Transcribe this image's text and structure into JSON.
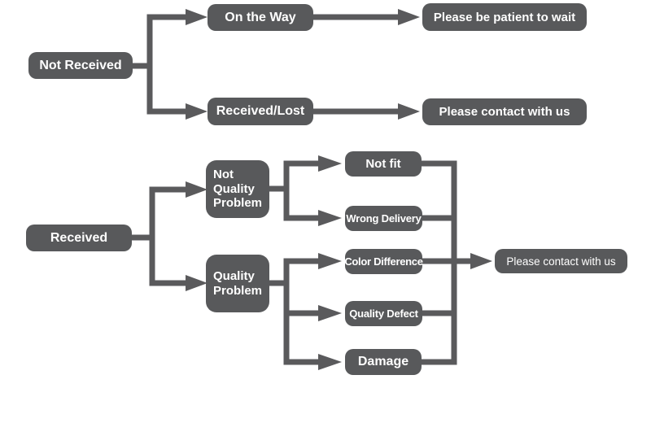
{
  "colors": {
    "node_fill": "#58595b",
    "connector": "#5a5a5c",
    "node_text": "#ffffff",
    "background": "#ffffff"
  },
  "diagram_type": "flowchart",
  "flows": [
    {
      "root": "Not Received",
      "branches": [
        {
          "label": "On the Way",
          "result": "Please be patient to wait"
        },
        {
          "label": "Received/Lost",
          "result": "Please contact with us"
        }
      ]
    },
    {
      "root": "Received",
      "branches": [
        {
          "label": "Not Quality Problem",
          "cases": [
            "Not fit",
            "Wrong Delivery"
          ]
        },
        {
          "label": "Quality Problem",
          "cases": [
            "Color Difference",
            "Quality Defect",
            "Damage"
          ]
        }
      ],
      "result": "Please contact with us"
    }
  ]
}
